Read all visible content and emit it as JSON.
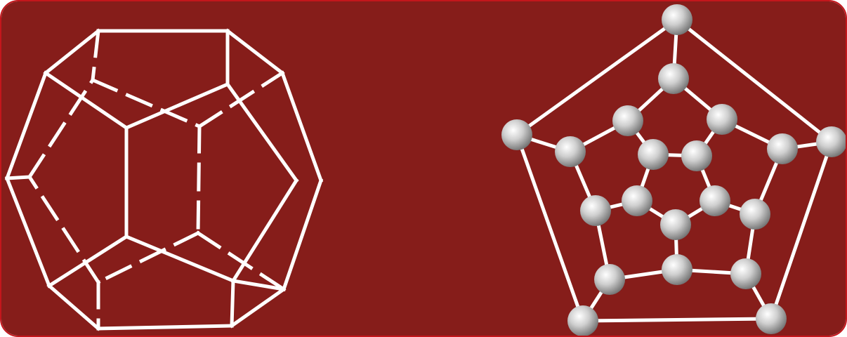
{
  "figure": {
    "background_color": "#861d1a",
    "border_color": "#c4161c",
    "line_color": "#ffffff",
    "node_color": "#bcbcbc",
    "panels": [
      {
        "id": "dodecahedron-wireframe",
        "visible_edges": 20,
        "hidden_edges": 10,
        "vertices": 20
      },
      {
        "id": "dodecahedron-schlegel-graph",
        "vertices": 20,
        "edges": 30
      }
    ]
  }
}
